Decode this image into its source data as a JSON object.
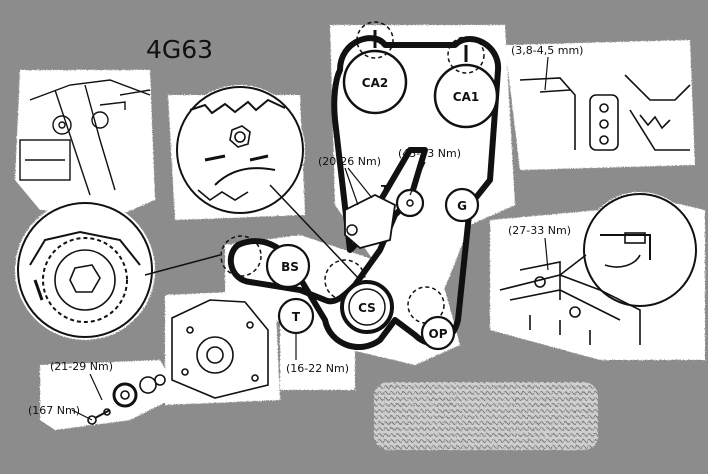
{
  "title": "4G63",
  "pulleys": {
    "ca2": "CA2",
    "ca1": "CA1",
    "t_upper": "T",
    "g": "G",
    "bs": "BS",
    "cs": "CS",
    "op": "OP",
    "t_lower": "T"
  },
  "torques": {
    "t1": "(20-26 Nm)",
    "t2": "(43-53 Nm)",
    "t3": "(16-22 Nm)",
    "t4": "(27-33 Nm)",
    "t5": "(21-29 Nm)",
    "t6": "(167 Nm)"
  },
  "gap": "(3,8-4,5 mm)"
}
